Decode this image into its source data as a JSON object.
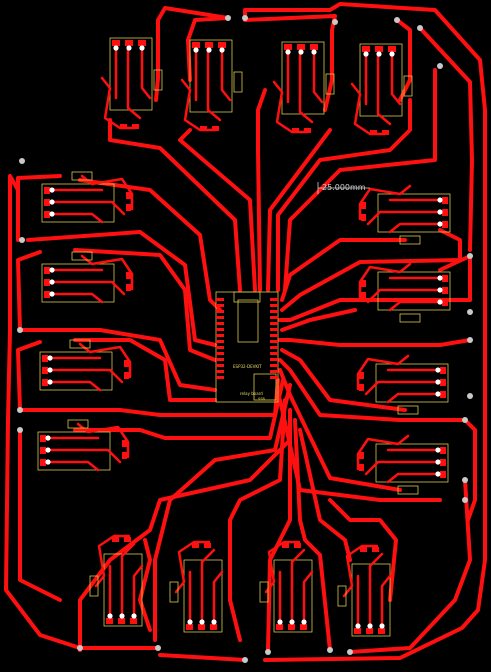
{
  "dimension_label": "25.000mm",
  "colors": {
    "background": "#000000",
    "trace": "#ff1010",
    "silkscreen": "#d8c84a",
    "via": "#c9c9c9",
    "pad_hole": "#ffffff"
  },
  "mcu": {
    "label_upper": "ESP32-DEVKIT",
    "label_lower": "relay board",
    "label_small": "SSR"
  },
  "relay_modules": [
    {
      "id": "top-1",
      "orientation": "down"
    },
    {
      "id": "top-2",
      "orientation": "down"
    },
    {
      "id": "top-3",
      "orientation": "down"
    },
    {
      "id": "top-4",
      "orientation": "down"
    },
    {
      "id": "left-1",
      "orientation": "left"
    },
    {
      "id": "left-2",
      "orientation": "left"
    },
    {
      "id": "left-3",
      "orientation": "left"
    },
    {
      "id": "left-4",
      "orientation": "left"
    },
    {
      "id": "right-1",
      "orientation": "right"
    },
    {
      "id": "right-2",
      "orientation": "right"
    },
    {
      "id": "right-3",
      "orientation": "right"
    },
    {
      "id": "right-4",
      "orientation": "right"
    },
    {
      "id": "bottom-1",
      "orientation": "up"
    },
    {
      "id": "bottom-2",
      "orientation": "up"
    },
    {
      "id": "bottom-3",
      "orientation": "up"
    },
    {
      "id": "bottom-4",
      "orientation": "up"
    }
  ]
}
